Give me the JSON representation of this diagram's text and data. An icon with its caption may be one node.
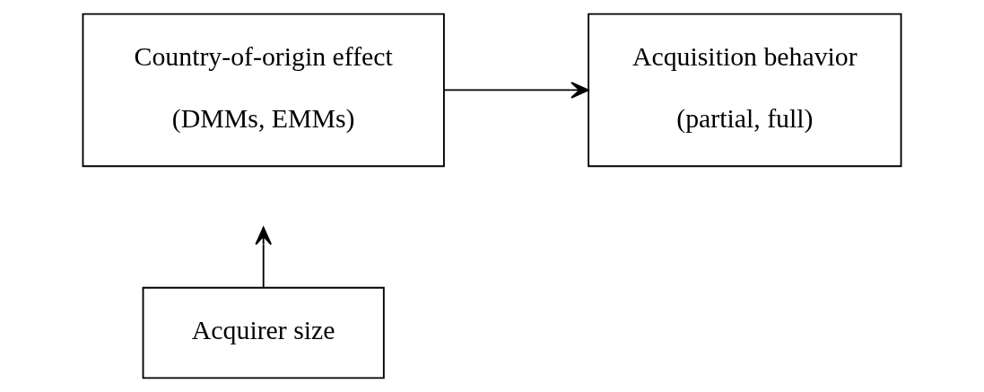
{
  "diagram": {
    "nodes": [
      {
        "text": [
          "Country-of-origin effect",
          "(DMMs, EMMs)"
        ]
      },
      {
        "text": [
          "Acquisition behavior",
          "(partial, full)"
        ]
      },
      {
        "text": [
          "Acquirer size"
        ]
      }
    ],
    "edges": [
      {
        "from": 0,
        "to": 1,
        "arrow": "to"
      },
      {
        "from": 2,
        "to": null,
        "arrow": "to"
      }
    ]
  }
}
